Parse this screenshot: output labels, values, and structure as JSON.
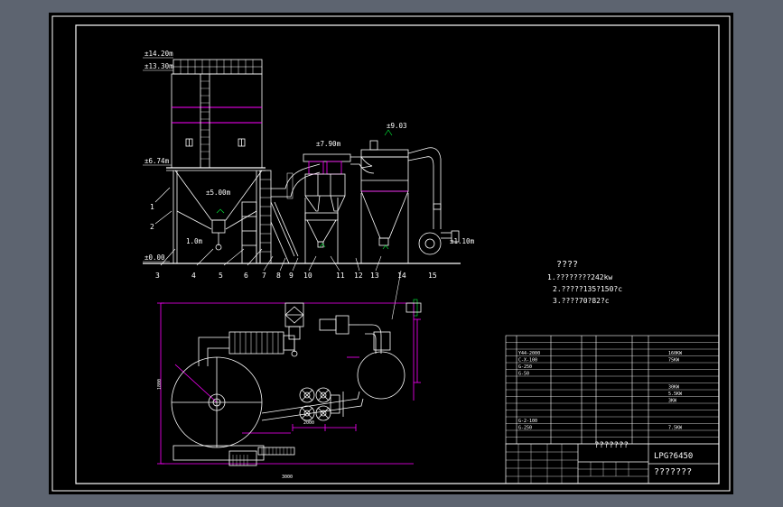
{
  "elevations": [
    "±14.20m",
    "±13.30m",
    "±6.74m",
    "±5.00m",
    "±7.90m",
    "±9.03",
    "±1.10m",
    "1.0m",
    "±0.00"
  ],
  "part_numbers": [
    "1",
    "2",
    "3",
    "4",
    "5",
    "6",
    "7",
    "8",
    "9",
    "10",
    "11",
    "12",
    "13",
    "14",
    "15"
  ],
  "notes": {
    "title": "????",
    "lines": [
      "1.????????242kw",
      "2.?????135?150?c",
      "3.????70?82?c"
    ]
  },
  "plan_dims": [
    "1800",
    "2000",
    "3000"
  ],
  "parts_table": {
    "names": [
      "Y44-2000",
      "C-X-100",
      "G-250",
      "G-50",
      "",
      "",
      "",
      "",
      "",
      "",
      "G-2-100",
      "G-250"
    ],
    "powers": [
      "160KW",
      "75KW",
      "",
      "",
      "",
      "30KW",
      "5.5KW",
      "3KW",
      "",
      "",
      "",
      "7.5KW"
    ]
  },
  "title_block": {
    "drawing_name": "???????",
    "drawing_code": "LPG?6450",
    "company": "???????"
  },
  "colors": {
    "frame": "#ffffff",
    "structure": "#ffffff",
    "dimension": "#ff00ff",
    "annotation": "#00ff3c",
    "background": "#000000"
  }
}
